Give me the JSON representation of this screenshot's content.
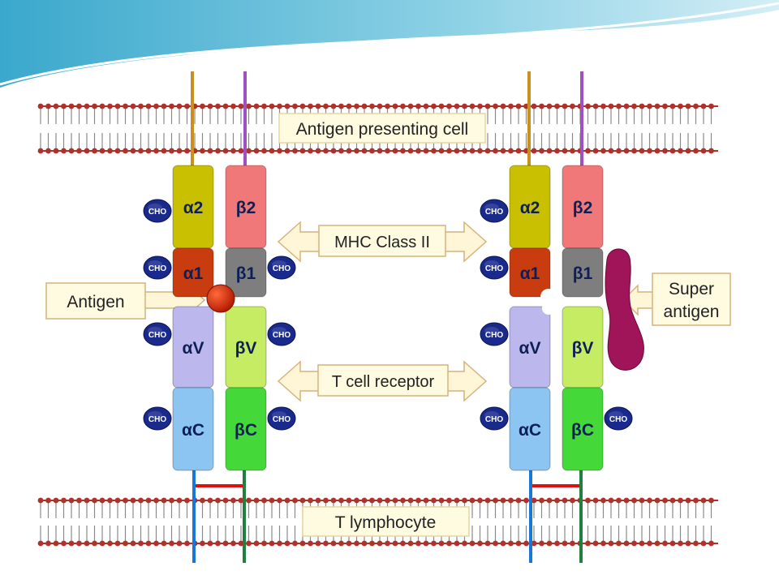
{
  "labels": {
    "apc": "Antigen presenting cell",
    "tcell": "T lymphocyte",
    "mhc": "MHC Class II",
    "tcr": "T cell receptor",
    "antigen": "Antigen",
    "super_line1": "Super",
    "super_line2": "antigen",
    "cho": "CHO"
  },
  "domains": {
    "a2": "α2",
    "b2": "β2",
    "a1": "α1",
    "b1": "β1",
    "av": "αV",
    "bv": "βV",
    "ac": "αC",
    "bc": "βC"
  },
  "colors": {
    "header_teal": "#3aa6c7",
    "membrane_head": "#b0302a",
    "a2": "#c8c000",
    "b2": "#f07878",
    "a1": "#c83c10",
    "b1": "#7e7e7e",
    "av": "#bcb8ee",
    "bv": "#c6ec64",
    "ac": "#8cc4f2",
    "bc": "#44d838",
    "cho_fill": "#1a2a8c",
    "antigen": "#c02000",
    "superantigen": "#a0145a",
    "disulfide": "#e01010",
    "label_bg": "#fffbe0",
    "arrow_fill": "#fff6d8",
    "arrow_stroke": "#d6b27a"
  }
}
